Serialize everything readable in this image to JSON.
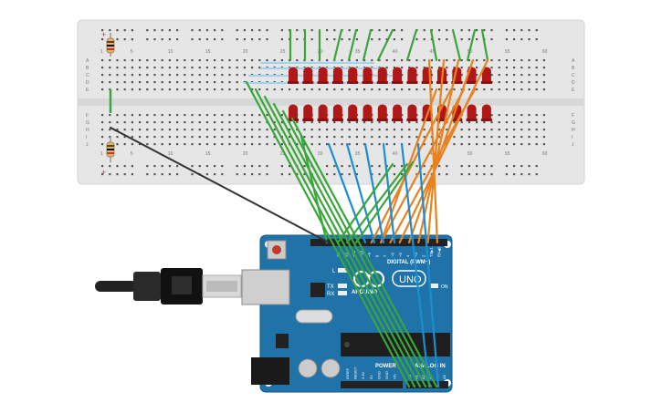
{
  "breadboard": {
    "column_labels": [
      "1",
      "5",
      "10",
      "15",
      "20",
      "25",
      "30",
      "35",
      "40",
      "45",
      "50",
      "55",
      "60"
    ],
    "row_labels_top": [
      "A",
      "B",
      "C",
      "D",
      "E"
    ],
    "row_labels_bottom": [
      "F",
      "G",
      "H",
      "I",
      "J"
    ],
    "rail_plus": "+",
    "rail_minus": "−"
  },
  "leds": {
    "top_row_count": 14,
    "bottom_row_count": 14,
    "color": "#b01818"
  },
  "arduino": {
    "brand": "ARDUINO",
    "model": "UNO",
    "digital_label": "DIGITAL (PWM~)",
    "power_label": "POWER",
    "analog_label": "ANALOG IN",
    "on_label": "ON",
    "tx_label": "TX",
    "rx_label": "RX",
    "l_label": "L",
    "aref_label": "AREF",
    "gnd_label": "GND",
    "digital_pins": [
      "13",
      "12",
      "~11",
      "~10",
      "~9",
      "8",
      "7",
      "~6",
      "~5",
      "4",
      "~3",
      "2",
      "TX▶1",
      "RX◀0"
    ],
    "power_pins": [
      "IOREF",
      "RESET",
      "3.3V",
      "5V",
      "GND",
      "GND",
      "Vin"
    ],
    "analog_pins": [
      "A0",
      "A1",
      "A2",
      "A3",
      "A4",
      "A5"
    ]
  },
  "colors": {
    "breadboard": "#e6e6e6",
    "board": "#1f73a8",
    "wire_green": "#3aa63a",
    "wire_blue": "#1a8fd0",
    "wire_orange": "#e8821e",
    "wire_black": "#333333"
  }
}
